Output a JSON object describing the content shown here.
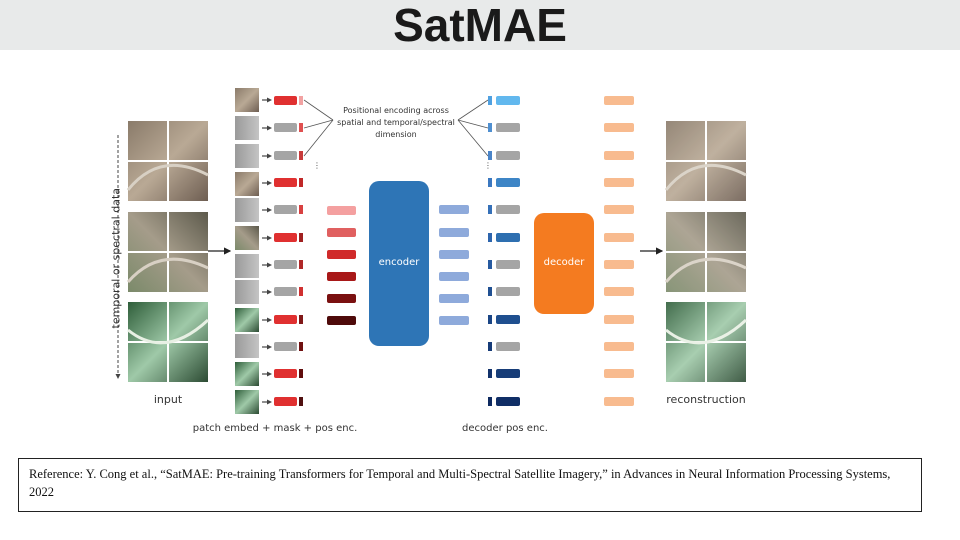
{
  "slide": {
    "title": "SatMAE"
  },
  "diagram": {
    "input_label": "input",
    "axis_label": "temporal or spectral data",
    "pos_encoding_note": [
      "Positional encoding across",
      "spatial and temporal/spectral",
      "dimension"
    ],
    "encoder_label": "encoder",
    "decoder_label": "decoder",
    "patch_embed_label": "patch embed + mask + pos enc.",
    "decoder_pos_label": "decoder pos enc.",
    "reconstruction_label": "reconstruction",
    "colors": {
      "encoder": "#2e75b6",
      "decoder": "#f47b20",
      "masked_token": "#a5a5a5",
      "decoder_pos": "#f8bb8f",
      "visible_token_blue": "#8eaadb"
    }
  },
  "reference": {
    "text": "Reference: Y. Cong et al., “SatMAE: Pre-training Transformers for Temporal and Multi-Spectral Satellite Imagery,” in Advances in Neural Information Processing Systems, 2022"
  }
}
